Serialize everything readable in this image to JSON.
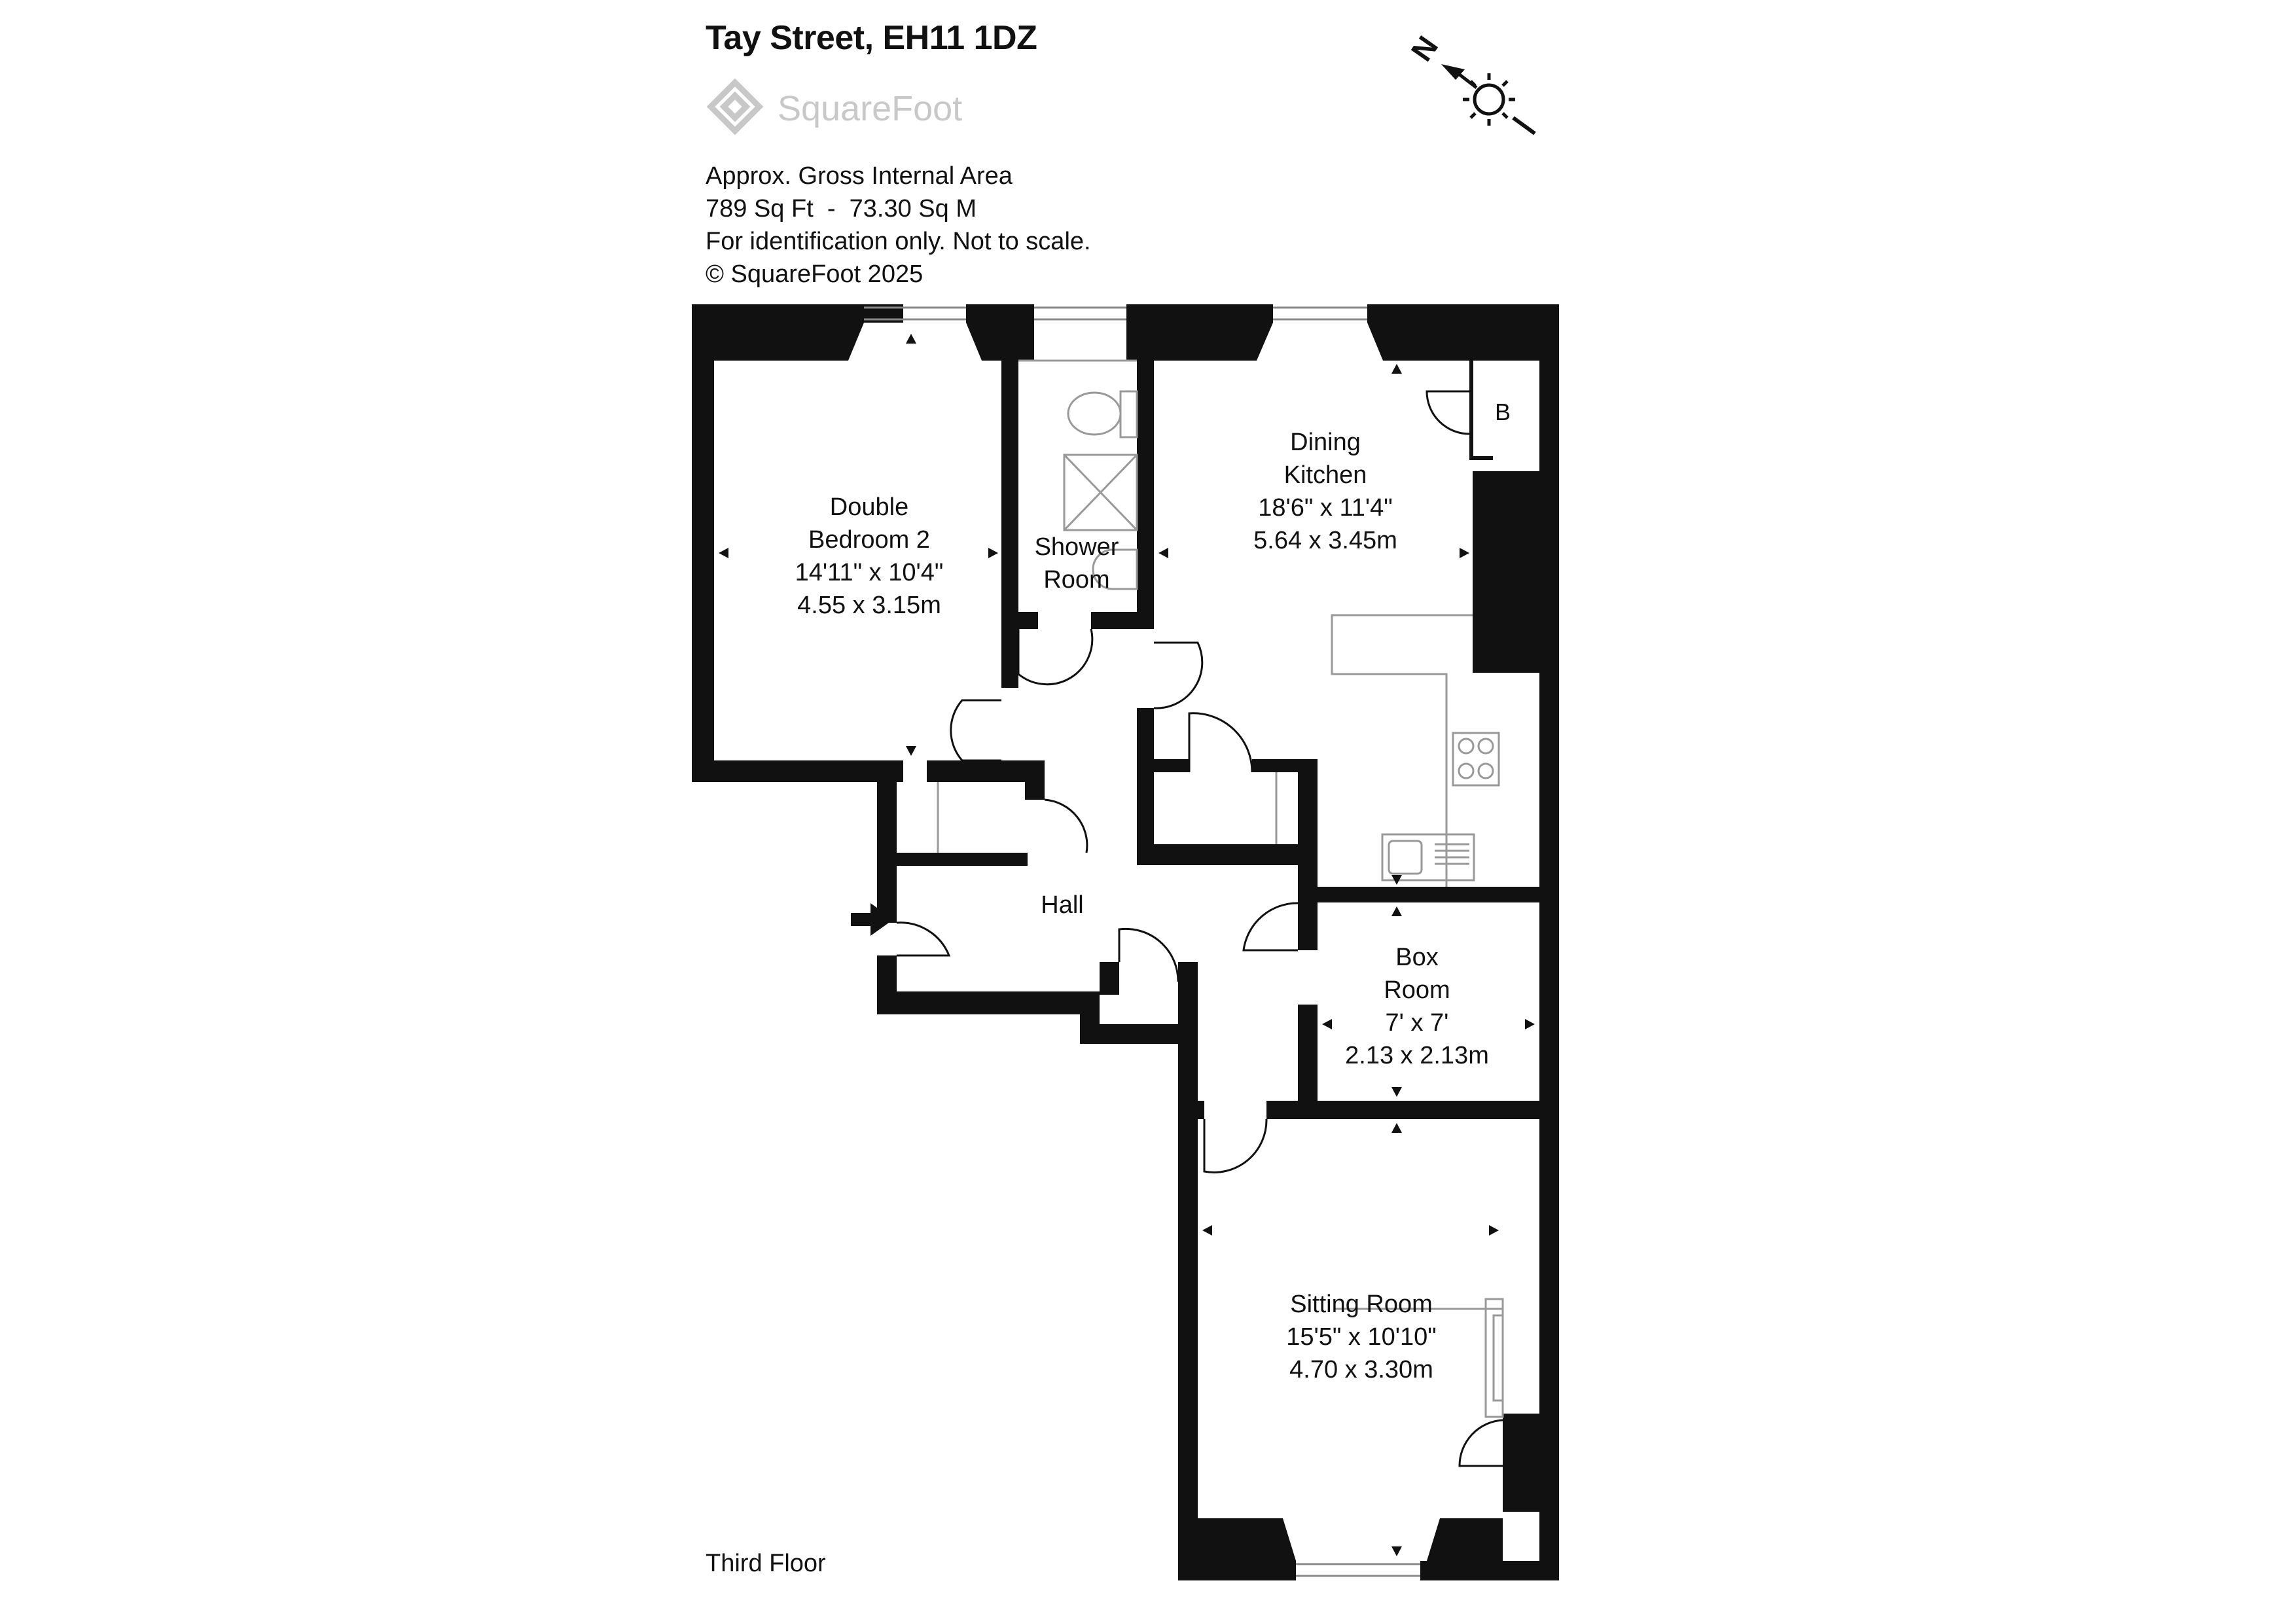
{
  "header": {
    "title": "Tay Street, EH11 1DZ",
    "brand": "SquareFoot",
    "area_line_1": "Approx. Gross Internal Area",
    "area_line_2": "789 Sq Ft  -  73.30 Sq M",
    "note": "For identification only. Not to scale.",
    "copyright": "© SquareFoot 2025"
  },
  "compass": {
    "north_label": "N"
  },
  "floor_label": "Third Floor",
  "rooms": [
    {
      "id": "bedroom2",
      "lines": [
        "Double",
        "Bedroom 2",
        "14'11\" x 10'4\"",
        "4.55 x 3.15m"
      ]
    },
    {
      "id": "shower",
      "lines": [
        "Shower",
        "Room"
      ]
    },
    {
      "id": "kitchen",
      "lines": [
        "Dining",
        "Kitchen",
        "18'6\" x 11'4\"",
        "5.64 x 3.45m"
      ]
    },
    {
      "id": "hall",
      "lines": [
        "Hall"
      ]
    },
    {
      "id": "boxroom",
      "lines": [
        "Box",
        "Room",
        "7' x 7'",
        "2.13 x 2.13m"
      ]
    },
    {
      "id": "sitting",
      "lines": [
        "Sitting Room",
        "15'5\" x 10'10\"",
        "4.70 x 3.30m"
      ]
    }
  ],
  "fixtures": {
    "boiler_label": "B"
  },
  "colors": {
    "wall": "#111111",
    "fixture_line": "#999999",
    "logo": "#c8c8c8"
  }
}
